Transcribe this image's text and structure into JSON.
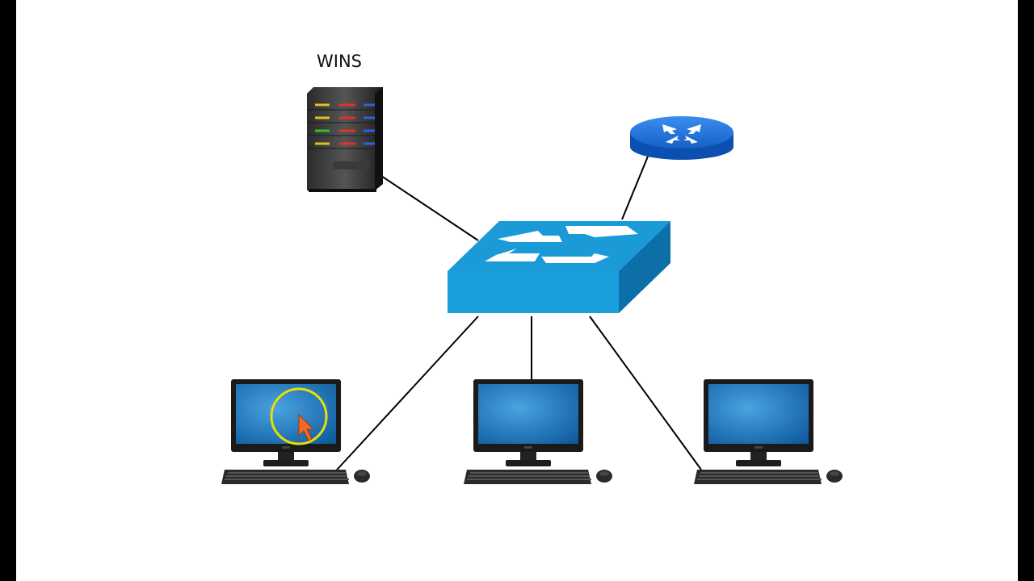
{
  "diagram": {
    "server_label": "WINS",
    "nodes": [
      {
        "id": "wins-server",
        "kind": "server-icon"
      },
      {
        "id": "router",
        "kind": "router-icon"
      },
      {
        "id": "switch",
        "kind": "switch-icon"
      },
      {
        "id": "computer-1",
        "kind": "desktop-computer-icon"
      },
      {
        "id": "computer-2",
        "kind": "desktop-computer-icon"
      },
      {
        "id": "computer-3",
        "kind": "desktop-computer-icon"
      }
    ],
    "links": [
      [
        "switch",
        "wins-server"
      ],
      [
        "switch",
        "router"
      ],
      [
        "switch",
        "computer-1"
      ],
      [
        "switch",
        "computer-2"
      ],
      [
        "switch",
        "computer-3"
      ]
    ],
    "colors": {
      "switch_top": "#1a9ad6",
      "switch_side": "#0d6fa8",
      "router": "#1560c8",
      "screen": "#1b6fb8",
      "cursor_highlight": "#e8e000",
      "cursor": "#f26a2a"
    }
  }
}
